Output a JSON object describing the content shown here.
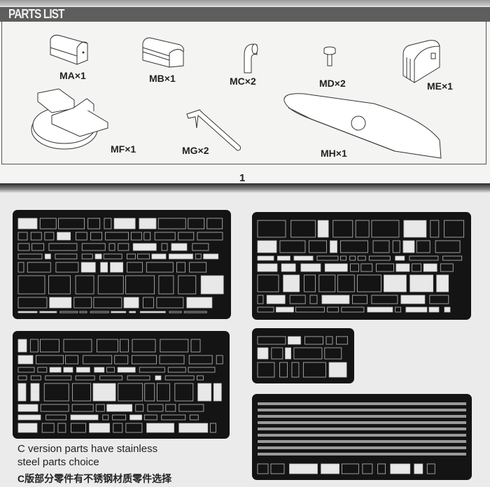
{
  "header": {
    "title": "PARTS LIST"
  },
  "parts": [
    {
      "id": "MA",
      "label": "MA×1"
    },
    {
      "id": "MB",
      "label": "MB×1"
    },
    {
      "id": "MC",
      "label": "MC×2"
    },
    {
      "id": "MD",
      "label": "MD×2"
    },
    {
      "id": "ME",
      "label": "ME×1"
    },
    {
      "id": "MF",
      "label": "MF×1"
    },
    {
      "id": "MG",
      "label": "MG×2"
    },
    {
      "id": "MH",
      "label": "MH×1"
    }
  ],
  "page_number": "1",
  "note": {
    "line1": "C version parts have stainless",
    "line2": "steel parts choice",
    "line3_zh": "C版部分零件有不锈钢材质零件选择"
  },
  "colors": {
    "fret": "#141414",
    "header": "#5e5e5e",
    "paper": "#f4f4f2"
  }
}
